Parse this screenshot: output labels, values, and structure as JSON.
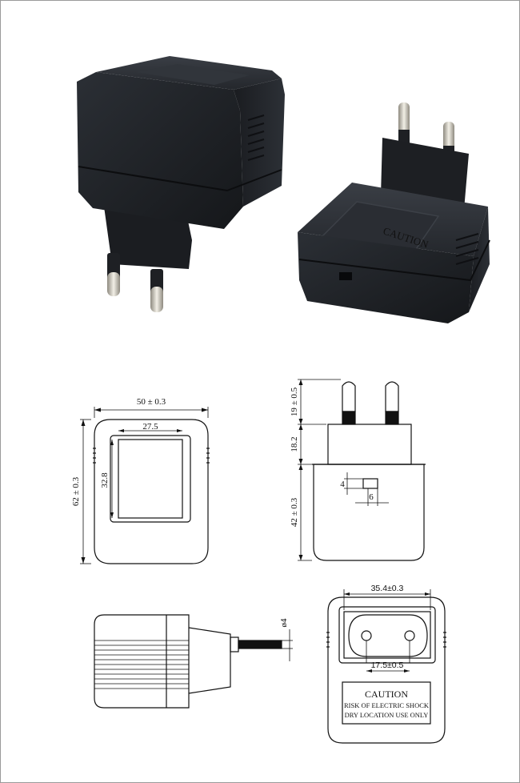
{
  "front_view": {
    "width_dim": "50 ± 0.3",
    "height_dim": "62 ± 0.3",
    "window_width": "27.5",
    "window_height": "32.8"
  },
  "side_view": {
    "pin_length": "19 ± 0.5",
    "plug_height": "18.2",
    "body_height": "42 ± 0.3",
    "slot_height": "4",
    "slot_width": "6"
  },
  "plug_face_view": {
    "face_width": "35.4±0.3",
    "pin_spacing": "17.5±0.5"
  },
  "pin_view": {
    "pin_diameter": "ø4"
  },
  "caution_label": {
    "title": "CAUTION",
    "line1": "RISK OF ELECTRIC SHOCK",
    "line2": "DRY LOCATION USE ONLY"
  },
  "product_photo": {
    "label_text": "CAUTION"
  },
  "colors": {
    "body": "#1f2226",
    "line": "#111111",
    "pin": "#c9c4b8"
  }
}
